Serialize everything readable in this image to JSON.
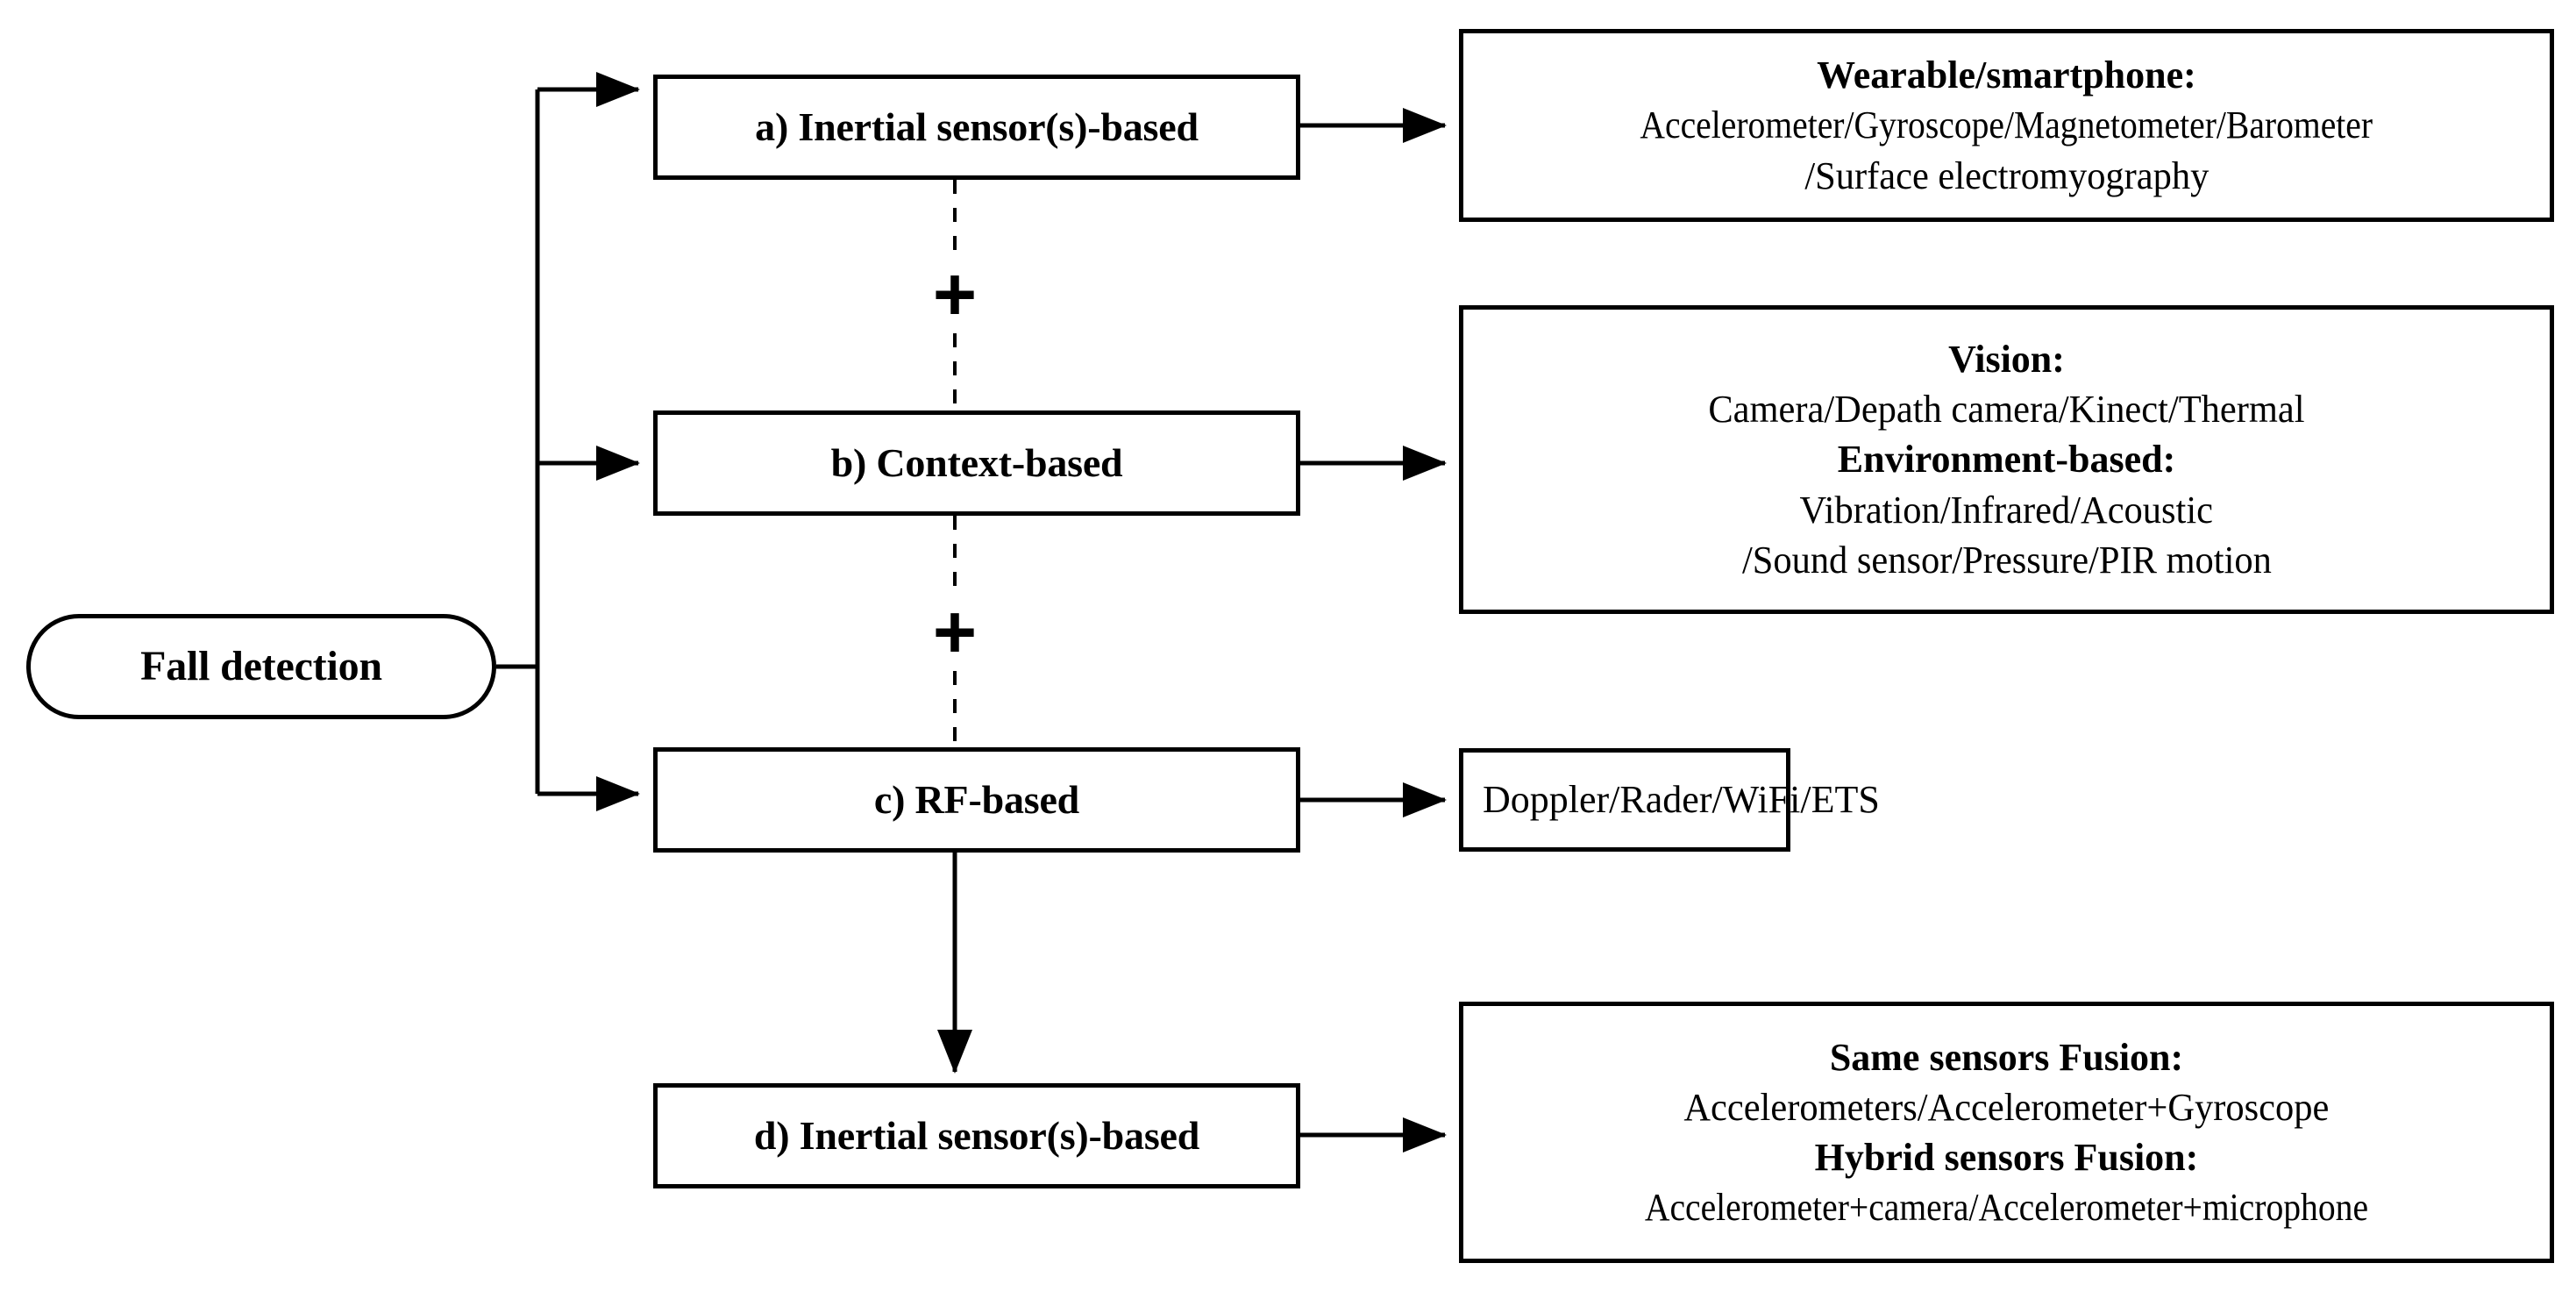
{
  "diagram": {
    "title": "Fall detection taxonomy flowchart",
    "root": {
      "label": "Fall detection"
    },
    "categories": [
      {
        "key": "a",
        "label": "a) Inertial sensor(s)-based"
      },
      {
        "key": "b",
        "label": "b) Context-based"
      },
      {
        "key": "c",
        "label": "c) RF-based"
      },
      {
        "key": "d",
        "label": "d) Inertial sensor(s)-based"
      }
    ],
    "operators": [
      {
        "symbol": "+"
      },
      {
        "symbol": "+"
      }
    ],
    "details": [
      {
        "key": "a",
        "lines": [
          {
            "text": "Wearable/smartphone:",
            "bold": true
          },
          {
            "text": "Accelerometer/Gyroscope/Magnetometer/Barometer",
            "bold": false
          },
          {
            "text": "/Surface electromyography",
            "bold": false
          }
        ]
      },
      {
        "key": "b",
        "lines": [
          {
            "text": "Vision:",
            "bold": true
          },
          {
            "text": "Camera/Depath camera/Kinect/Thermal",
            "bold": false
          },
          {
            "text": "Environment-based:",
            "bold": true
          },
          {
            "text": "Vibration/Infrared/Acoustic",
            "bold": false
          },
          {
            "text": "/Sound sensor/Pressure/PIR motion",
            "bold": false
          }
        ]
      },
      {
        "key": "c",
        "lines": [
          {
            "text": "Doppler/Rader/WiFi/ETS",
            "bold": false
          }
        ]
      },
      {
        "key": "d",
        "lines": [
          {
            "text": "Same sensors Fusion:",
            "bold": true
          },
          {
            "text": "Accelerometers/Accelerometer+Gyroscope",
            "bold": false
          },
          {
            "text": "Hybrid sensors Fusion:",
            "bold": true
          },
          {
            "text": "Accelerometer+camera/Accelerometer+microphone",
            "bold": false
          }
        ]
      }
    ],
    "colors": {
      "stroke": "#000000",
      "fill": "#ffffff",
      "text": "#000000"
    }
  }
}
